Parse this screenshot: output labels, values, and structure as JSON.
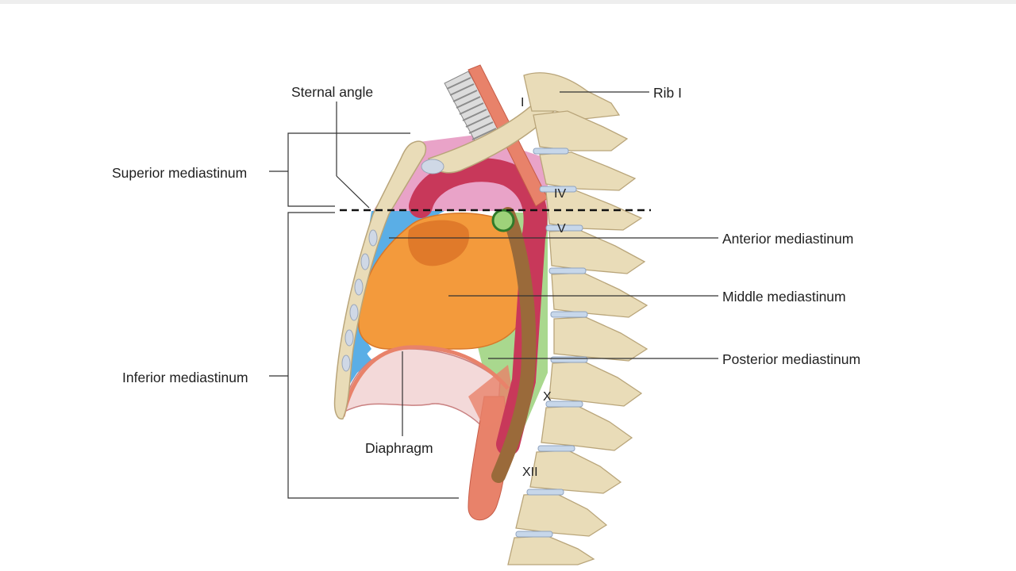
{
  "diagram": {
    "labels": {
      "sternal_angle": "Sternal angle",
      "rib_1": "Rib I",
      "superior_mediastinum": "Superior mediastinum",
      "inferior_mediastinum": "Inferior mediastinum",
      "anterior_mediastinum": "Anterior mediastinum",
      "middle_mediastinum": "Middle mediastinum",
      "posterior_mediastinum": "Posterior mediastinum",
      "diaphragm": "Diaphragm"
    },
    "vertebra_numbers": {
      "v1": "I",
      "v4": "IV",
      "v5": "V",
      "v10": "X",
      "v12": "XII"
    },
    "colors": {
      "bone": "#e9dcb8",
      "bone_outline": "#b9a57a",
      "anterior_mediastinum": "#5aaee6",
      "middle_mediastinum": "#f39a3c",
      "heart_dark": "#e07a2a",
      "posterior_mediastinum": "#a9d88e",
      "superior_mediastinum": "#e9a3c8",
      "aorta": "#c8385a",
      "esophagus": "#9a6a3a",
      "muscle": "#e8826a",
      "diaphragm_fill": "#f3d9d9"
    }
  }
}
